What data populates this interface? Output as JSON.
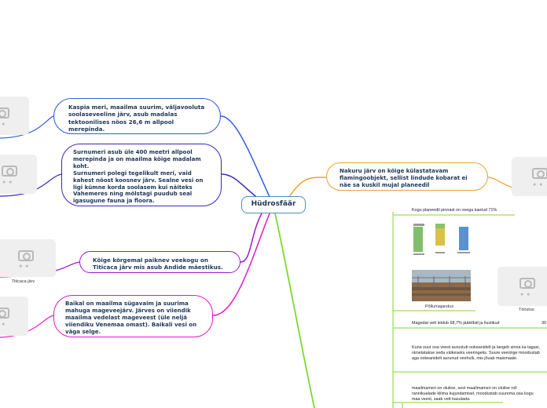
{
  "central": {
    "title": "Hüdrosfäär"
  },
  "left_nodes": [
    {
      "text": "Kaspia meri, maailma suurim, väljavooluta soolaseveeline järv, asub madalas tektoonilises nõos 26,6 m allpool merepinda."
    },
    {
      "text": "Surnumeri asub üle 400 meetri allpool merepinda ja on maailma kõige madalam koht.\nSurnumeri polegi tegelikult meri, vaid kahest nõost koosnev järv. Sealne vesi on ligi kümne korda soolasem kui näiteks Vahemeres ning mõlstagi puudub seal igasugune fauna ja floora."
    },
    {
      "text": "Kõige kõrgemal paiknev veekogu on Titicaca järv mis  asub Andide mäestikus."
    },
    {
      "text": "Baikal on maailma sügavaim ja suurima mahuga mageveejärv. Järves on viiendik maailma vedelast mageveest (üle neljä viiendiku Venemaa omast). Baikali vesi on väga selge."
    }
  ],
  "right_node": {
    "text": "Nakuru järv on kõige külastatavam flamingoobjekt, sellist lindude kobarat ei näe sa kuskil mujal planeedil"
  },
  "captions": {
    "titicaca": "Titicaca järv",
    "pollumajandus": "Põllumajandus",
    "toostus": "Tööstus"
  },
  "right_texts": {
    "t1": "Kogu planeedil pinnast on veega kaetud 71%",
    "t2": "Magedat vett leidub 68,7% jääkilbid ja liustikud",
    "t2_num": "30",
    "t3": "Kuna suur osa veest aurustub ookeanidelt ja langeb sinna ka tagasi, nimetatakse seda väikeseks veeringeks. Suure veeringe moodustab aga ookeanidelt aurunud veehulk, mis jõuab maismaale.",
    "t4": "maailmameri on oluline, sest maailmameri on olulise roll rannikualade kliima kujundamisel, moodustab suurema osa kogu maa veest, saab vett kasutada."
  },
  "colors": {
    "blue": "#2f5de0",
    "navy": "#3a27b8",
    "purple": "#9b17d6",
    "magenta": "#e317c8",
    "orange": "#f0a030",
    "green": "#7ed82e",
    "central_border": "#4b8fb8",
    "text": "#1d3557"
  }
}
